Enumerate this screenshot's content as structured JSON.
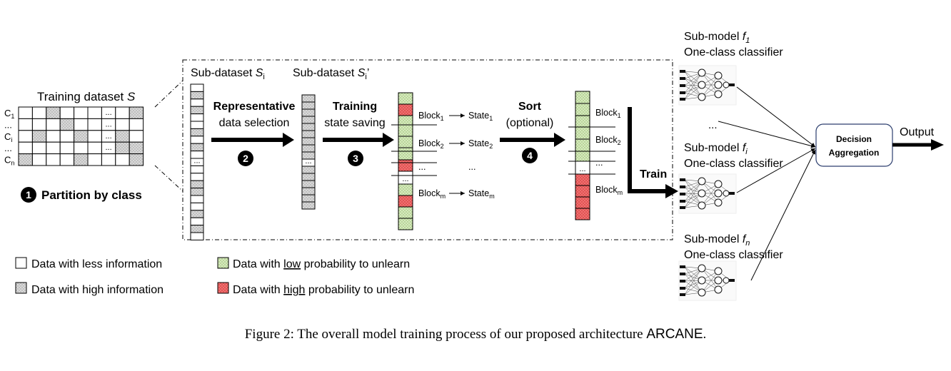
{
  "training_dataset": {
    "title": "Training dataset ",
    "title_var": "S",
    "row_labels": [
      {
        "base": "C",
        "sub": "1"
      },
      {
        "base": "...",
        "sub": ""
      },
      {
        "base": "C",
        "sub": "i"
      },
      {
        "base": "...",
        "sub": ""
      },
      {
        "base": "C",
        "sub": "n"
      }
    ],
    "ellipsis": "..."
  },
  "steps": {
    "s1": {
      "num": "1",
      "label": "Partition by class"
    },
    "s2": {
      "num": "2",
      "line1": "Representative",
      "line2": "data selection"
    },
    "s3": {
      "num": "3",
      "line1": "Training",
      "line2": "state saving"
    },
    "s4": {
      "num": "4",
      "line1": "Sort",
      "line2": "(optional)"
    },
    "train": "Train"
  },
  "subdatasets": {
    "si": {
      "text": "Sub-dataset ",
      "var": "S",
      "sub": "i"
    },
    "si_prime": {
      "text": "Sub-dataset ",
      "var": "S",
      "sub": "i",
      "prime": "’"
    }
  },
  "blocks": {
    "left": [
      {
        "block": "Block",
        "bsub": "1",
        "state": "State",
        "ssub": "1"
      },
      {
        "block": "Block",
        "bsub": "2",
        "state": "State",
        "ssub": "2"
      },
      {
        "block": "...",
        "bsub": "",
        "state": "...",
        "ssub": ""
      },
      {
        "block": "Block",
        "bsub": "m",
        "state": "State",
        "ssub": "m"
      }
    ],
    "right": [
      {
        "block": "Block",
        "bsub": "1"
      },
      {
        "block": "Block",
        "bsub": "2"
      },
      {
        "block": "...",
        "bsub": ""
      },
      {
        "block": "Block",
        "bsub": "m"
      }
    ],
    "ellipsis": "..."
  },
  "submodels": [
    {
      "line1": "Sub-model ",
      "f": "f",
      "sub": "1",
      "line2": "One-class classifier"
    },
    {
      "line1": "Sub-model ",
      "f": "f",
      "sub": "i",
      "line2": "One-class classifier"
    },
    {
      "line1": "Sub-model ",
      "f": "f",
      "sub": "n",
      "line2": "One-class classifier"
    }
  ],
  "submodel_ellipsis": "...",
  "aggregation": {
    "line1": "Decision",
    "line2": "Aggregation"
  },
  "output": "Output",
  "legend": [
    {
      "swatch": "white",
      "pre": "Data with less information",
      "u": "",
      "post": ""
    },
    {
      "swatch": "gray",
      "pre": "Data with high information",
      "u": "",
      "post": ""
    },
    {
      "swatch": "green",
      "pre": "Data with ",
      "u": "low",
      "post": " probability to unlearn"
    },
    {
      "swatch": "red",
      "pre": "Data with ",
      "u": "high",
      "post": " probability to unlearn"
    }
  ],
  "caption": {
    "text": "Figure 2: The overall model training process of our proposed architecture ",
    "name": "ARCANE",
    "end": "."
  },
  "colors": {
    "gray": "#d4d4d4",
    "green": "#cfe5b4",
    "red": "#ec5f5f",
    "box_border": "#2c3e6e"
  }
}
